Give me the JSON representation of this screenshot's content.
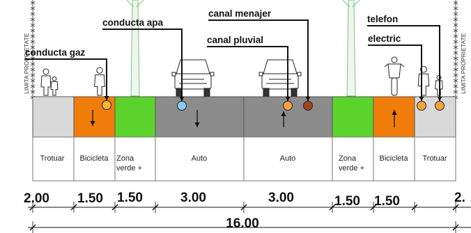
{
  "limit_label": "LIMITA PROPRIETATE",
  "segments": [
    {
      "name": "Trotuar",
      "color": "#d9d9d9"
    },
    {
      "name": "Bicicleta",
      "color": "#f07d0a"
    },
    {
      "name": "Zona\nverde +",
      "color": "#5bd32c"
    },
    {
      "name": "Auto",
      "color": "#8c8c8c"
    },
    {
      "name": "Auto",
      "color": "#8c8c8c"
    },
    {
      "name": "Zona\nverde +",
      "color": "#5bd32c"
    },
    {
      "name": "Bicicleta",
      "color": "#f07d0a"
    },
    {
      "name": "Trotuar",
      "color": "#d9d9d9"
    }
  ],
  "widths": [
    "2.00",
    "1.50",
    "1.50",
    "3.00",
    "3.00",
    "1.50",
    "1.50",
    "2."
  ],
  "total_width": "16.00",
  "utilities": [
    {
      "label": "conducta gaz",
      "color": "#f5b63a"
    },
    {
      "label": "conducta apa",
      "color": "#8ecbec"
    },
    {
      "label": "canal pluvial",
      "color": "#f5a23a"
    },
    {
      "label": "canal menajer",
      "color": "#a0461e"
    },
    {
      "label": "electric",
      "color": "#f5a23a"
    },
    {
      "label": "telefon",
      "color": "#f5a23a"
    }
  ]
}
